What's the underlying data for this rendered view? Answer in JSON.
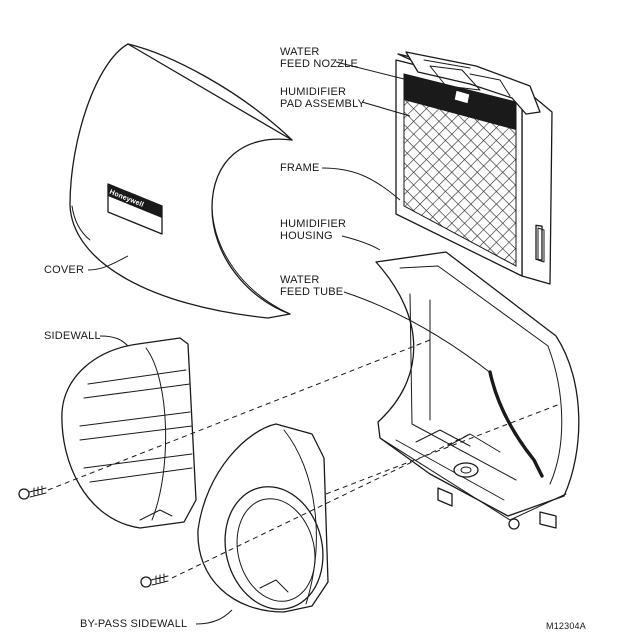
{
  "labels": {
    "water_feed_nozzle_1": "WATER",
    "water_feed_nozzle_2": "FEED NOZZLE",
    "pad_assembly_1": "HUMIDIFIER",
    "pad_assembly_2": "PAD ASSEMBLY",
    "frame": "FRAME",
    "housing_1": "HUMIDIFIER",
    "housing_2": "HOUSING",
    "cover": "COVER",
    "feed_tube_1": "WATER",
    "feed_tube_2": "FEED TUBE",
    "sidewall": "SIDEWALL",
    "bypass_sidewall": "BY-PASS SIDEWALL",
    "figure_id": "M12304A",
    "brand": "Honeywell"
  }
}
